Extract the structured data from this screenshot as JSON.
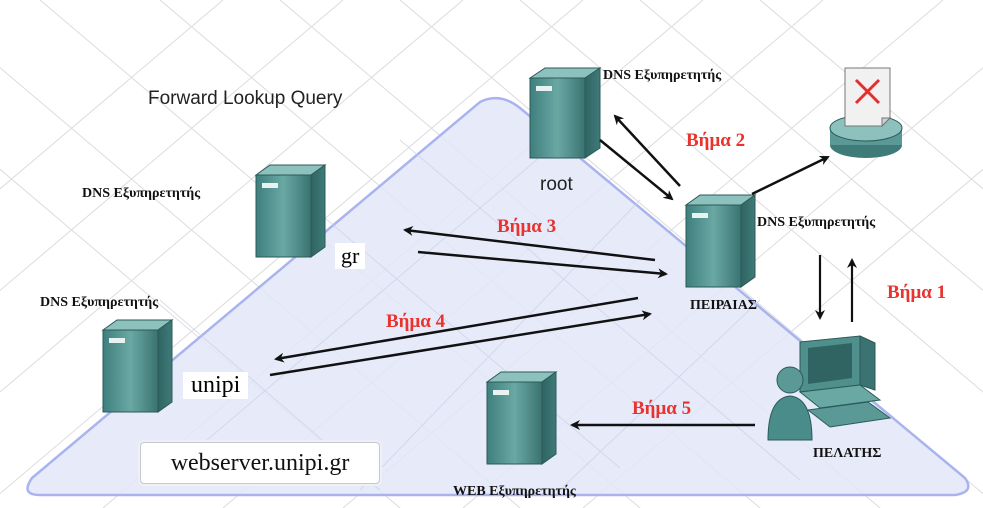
{
  "title": "Forward Lookup Query",
  "servers": {
    "root": {
      "label": "DNS Εξυπηρετητής",
      "name": "root"
    },
    "gr": {
      "label": "DNS Εξυπηρετητής",
      "name": "gr"
    },
    "unipi": {
      "label": "DNS Εξυπηρετητής",
      "name": "unipi"
    },
    "piraeus": {
      "label": "DNS Εξυπηρετητής",
      "name": "ΠΕΙΡΑΙΑΣ"
    },
    "web": {
      "label": "WEB Εξυπηρετητής"
    }
  },
  "client": {
    "label": "ΠΕΛΑΤΗΣ"
  },
  "steps": {
    "step1": "Βήμα 1",
    "step2": "Βήμα 2",
    "step3": "Βήμα 3",
    "step4": "Βήμα 4",
    "step5": "Βήμα 5"
  },
  "domain": "webserver.unipi.gr",
  "colors": {
    "step_text": "#e8332f",
    "device": "#4a8c8a",
    "zone_fill": "#e3e8f8",
    "zone_stroke": "#a9b4ee",
    "glow": "#f2841f",
    "router_x": "#e03030"
  }
}
